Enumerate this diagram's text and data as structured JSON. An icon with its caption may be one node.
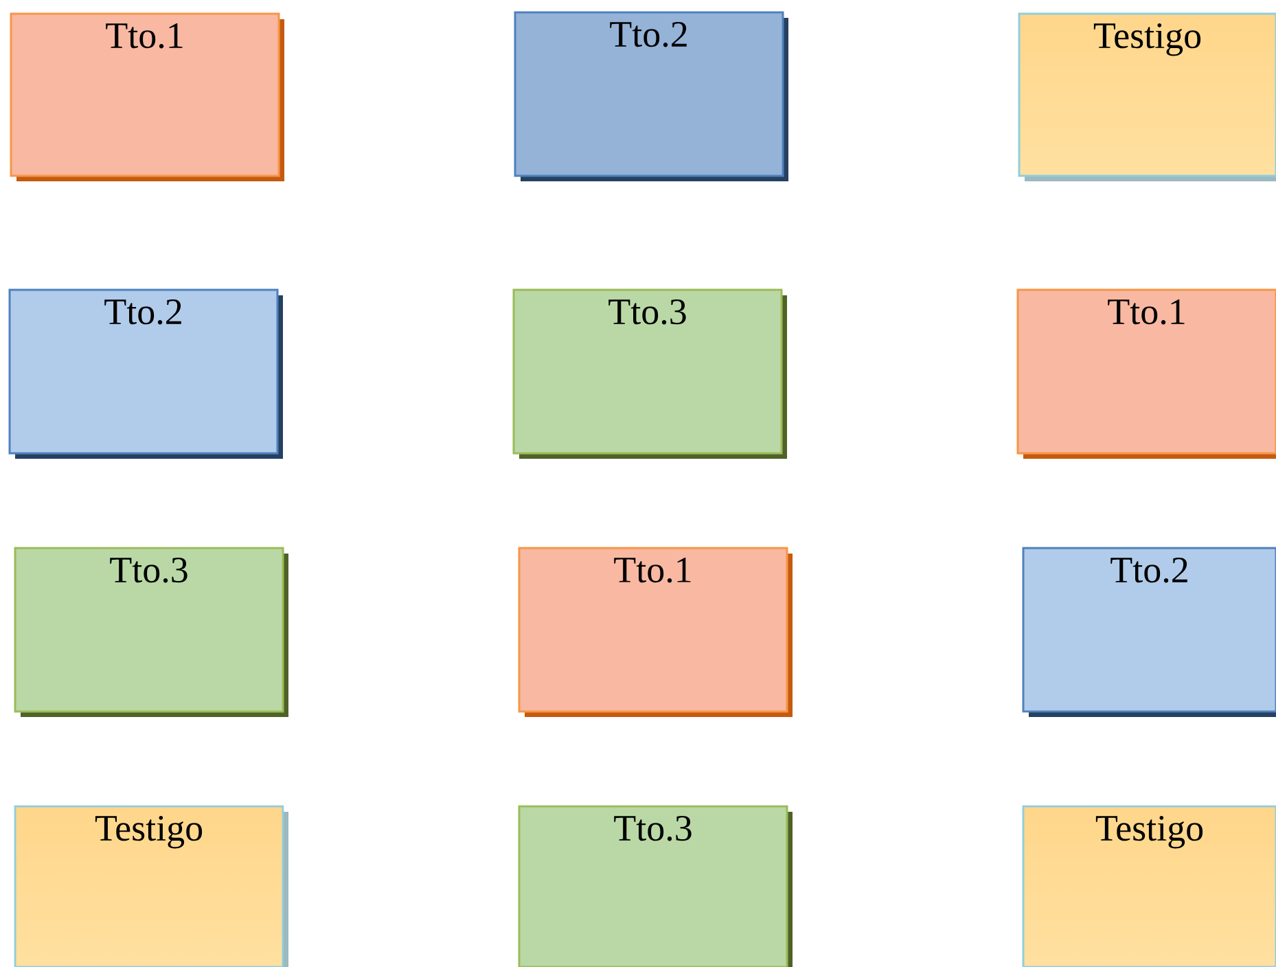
{
  "diagram": {
    "nodes": [
      {
        "text": [
          "Tto.1"
        ]
      },
      {
        "text": [
          "Tto.2"
        ]
      },
      {
        "text": [
          "Testigo"
        ]
      },
      {
        "text": [
          "Tto.2"
        ]
      },
      {
        "text": [
          "Tto.3"
        ]
      },
      {
        "text": [
          "Tto.1"
        ]
      },
      {
        "text": [
          "Tto.3"
        ]
      },
      {
        "text": [
          "Tto.1"
        ]
      },
      {
        "text": [
          "Tto.2"
        ]
      },
      {
        "text": [
          "Testigo"
        ]
      },
      {
        "text": [
          "Tto.3"
        ]
      },
      {
        "text": [
          "Testigo"
        ]
      }
    ]
  }
}
